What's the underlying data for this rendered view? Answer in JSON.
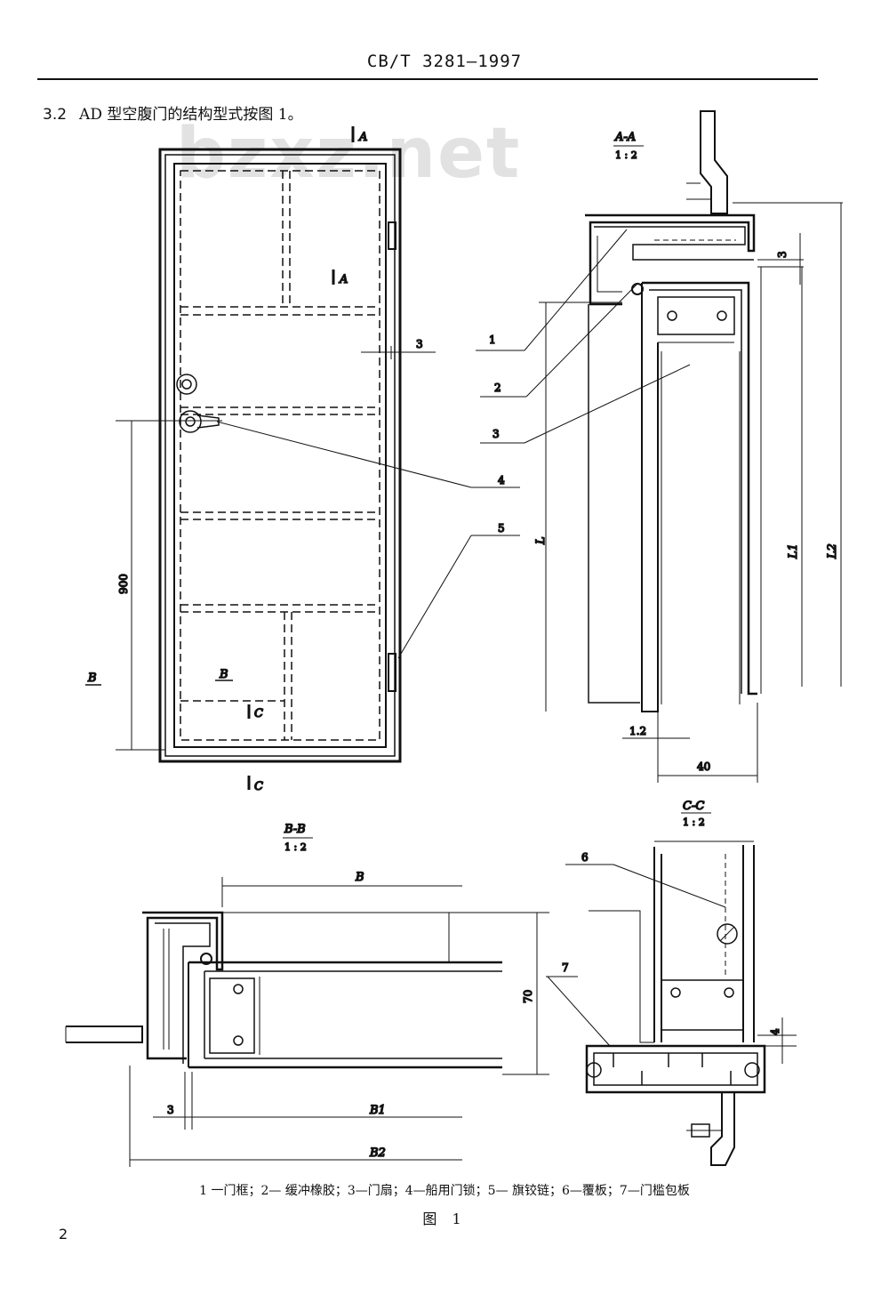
{
  "header": {
    "standard_code": "CB/T 3281—1997"
  },
  "clause": {
    "number": "3.2",
    "text": "AD 型空腹门的结构型式按图 1。"
  },
  "watermark": "bzxz.net",
  "figure": {
    "door_elevation": {
      "section_A": "A",
      "section_B": "B",
      "section_C": "C",
      "dim_900": "900",
      "callout_3": "3",
      "callout_4": "4",
      "callout_5": "5"
    },
    "section_AA": {
      "title": "A-A",
      "scale": "1 : 2",
      "callout_1": "1",
      "callout_2": "2",
      "callout_3": "3",
      "dim_3": "3",
      "dim_L": "L",
      "dim_L1": "L1",
      "dim_L2": "L2",
      "dim_1_2": "1.2",
      "dim_40": "40"
    },
    "section_BB": {
      "title": "B-B",
      "scale": "1 : 2",
      "dim_B": "B",
      "dim_70": "70",
      "dim_3": "3",
      "dim_B1": "B1",
      "dim_B2": "B2"
    },
    "section_CC": {
      "title": "C-C",
      "scale": "1 : 2",
      "callout_6": "6",
      "callout_7": "7",
      "dim_4": "4"
    },
    "caption": "1 一门框；2— 缓冲橡胶；3—门扇；4—船用门锁；5— 旗铰链；6—覆板；7—门槛包板",
    "title": "图 1"
  },
  "page_number": "2"
}
